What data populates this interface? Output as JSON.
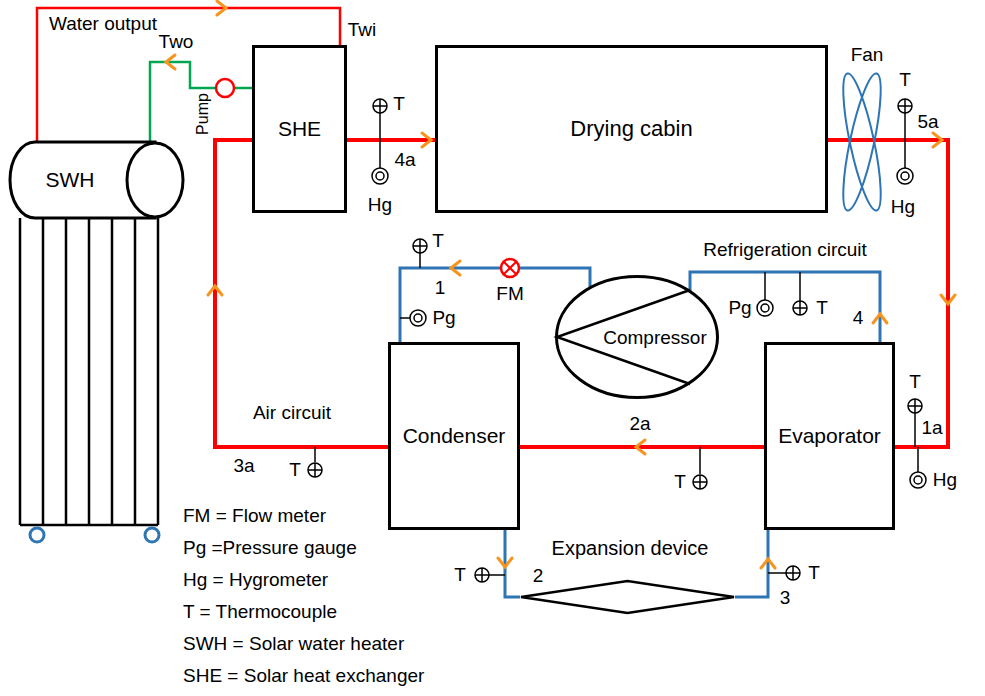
{
  "diagram": {
    "nodes": [
      {
        "text": [
          "SWH"
        ]
      },
      {
        "text": [
          "SHE"
        ]
      },
      {
        "text": [
          "Drying cabin"
        ]
      },
      {
        "text": [
          "Compressor"
        ]
      },
      {
        "text": [
          "Condenser"
        ]
      },
      {
        "text": [
          "Evaporator"
        ]
      },
      {
        "text": [
          "Expansion device"
        ]
      }
    ],
    "edges": [
      {
        "from": 0,
        "to": 1,
        "arrow": "to",
        "label": "Water output"
      },
      {
        "from": 1,
        "to": 0,
        "arrow": "to"
      },
      {
        "from": 1,
        "to": 2,
        "arrow": "to"
      },
      {
        "from": 2,
        "to": 5,
        "arrow": "to"
      },
      {
        "from": 5,
        "to": 4,
        "arrow": "to"
      },
      {
        "from": 4,
        "to": 1,
        "arrow": "to"
      },
      {
        "from": 3,
        "to": 4,
        "arrow": "to"
      },
      {
        "from": 4,
        "to": 6,
        "arrow": "to"
      },
      {
        "from": 6,
        "to": 5,
        "arrow": "to"
      },
      {
        "from": 5,
        "to": 3,
        "arrow": "to"
      }
    ],
    "labels": [
      "Twi",
      "Two",
      "Pump",
      "Fan",
      "4a",
      "T",
      "Hg",
      "5a",
      "T",
      "Hg",
      "1a",
      "T",
      "Hg",
      "2a",
      "T",
      "3a",
      "T",
      "Air circuit",
      "1",
      "T",
      "Pg",
      "FM",
      "Refrigeration circuit",
      "Pg",
      "T",
      "4",
      "2",
      "T",
      "3",
      "T"
    ],
    "legend": [
      {
        "text": "FM = Flow meter"
      },
      {
        "text": "Pg =Pressure gauge"
      },
      {
        "text": "Hg = Hygrometer"
      },
      {
        "text": "T = Thermocouple"
      },
      {
        "text": "SWH = Solar water heater"
      },
      {
        "text": "SHE = Solar heat exchanger"
      }
    ]
  }
}
